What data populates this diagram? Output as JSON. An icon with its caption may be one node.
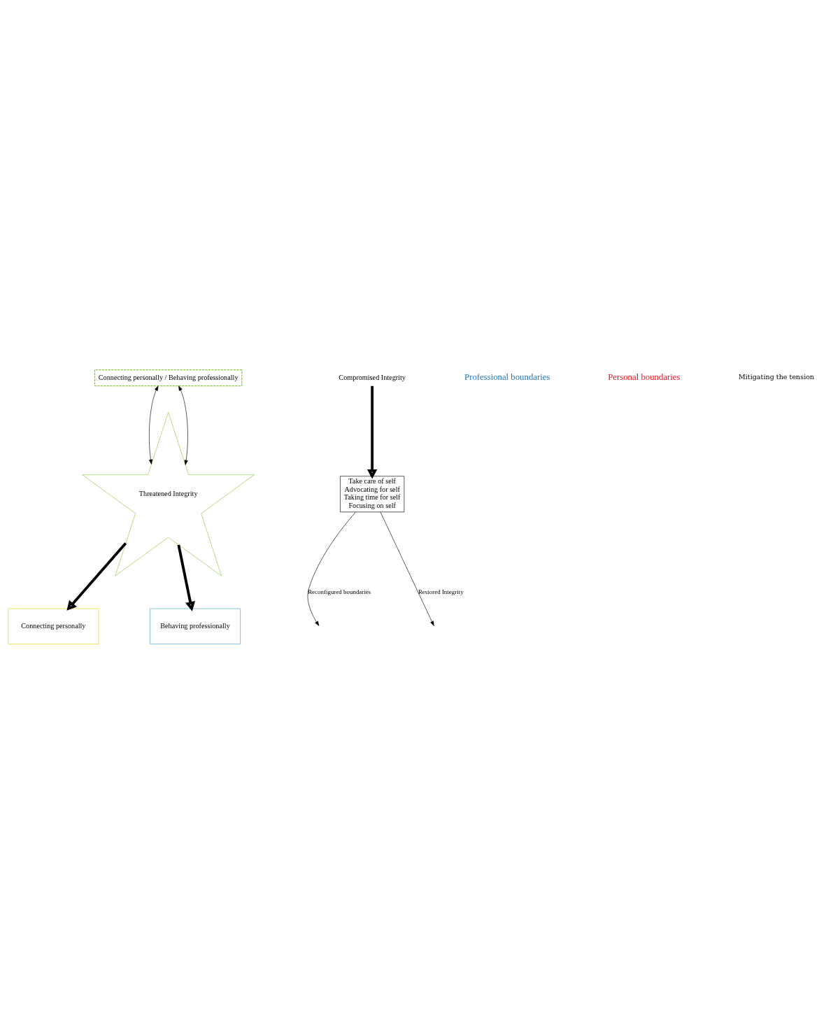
{
  "diagram": {
    "nodes": [
      {
        "text": [
          "Connecting personally / Behaving professionally"
        ]
      },
      {
        "text": [
          "Threatened Integrity"
        ]
      },
      {
        "text": [
          "Connecting personally"
        ]
      },
      {
        "text": [
          "Behaving professionally"
        ]
      },
      {
        "text": [
          "Compromised Integrity"
        ]
      },
      {
        "text": [
          "Take care of self",
          "Advocating for self",
          "Taking time for self",
          "Focusing on self"
        ]
      }
    ],
    "edges": [
      {
        "from": 0,
        "to": 1,
        "arrow": "both"
      },
      {
        "from": 0,
        "to": 1,
        "arrow": "both"
      },
      {
        "from": 1,
        "to": 2,
        "arrow": "to",
        "style": "thick"
      },
      {
        "from": 1,
        "to": 3,
        "arrow": "to",
        "style": "thick"
      },
      {
        "from": 4,
        "to": 5,
        "arrow": "to",
        "style": "thick"
      },
      {
        "from": 5,
        "to": null,
        "arrow": "to",
        "label": "Reconfigured boundaries"
      },
      {
        "from": 5,
        "to": null,
        "arrow": "to",
        "label": "Restored Integrity"
      }
    ],
    "labels": [
      "Professional boundaries",
      "Personal boundaries",
      "Mitigating the tension"
    ]
  }
}
